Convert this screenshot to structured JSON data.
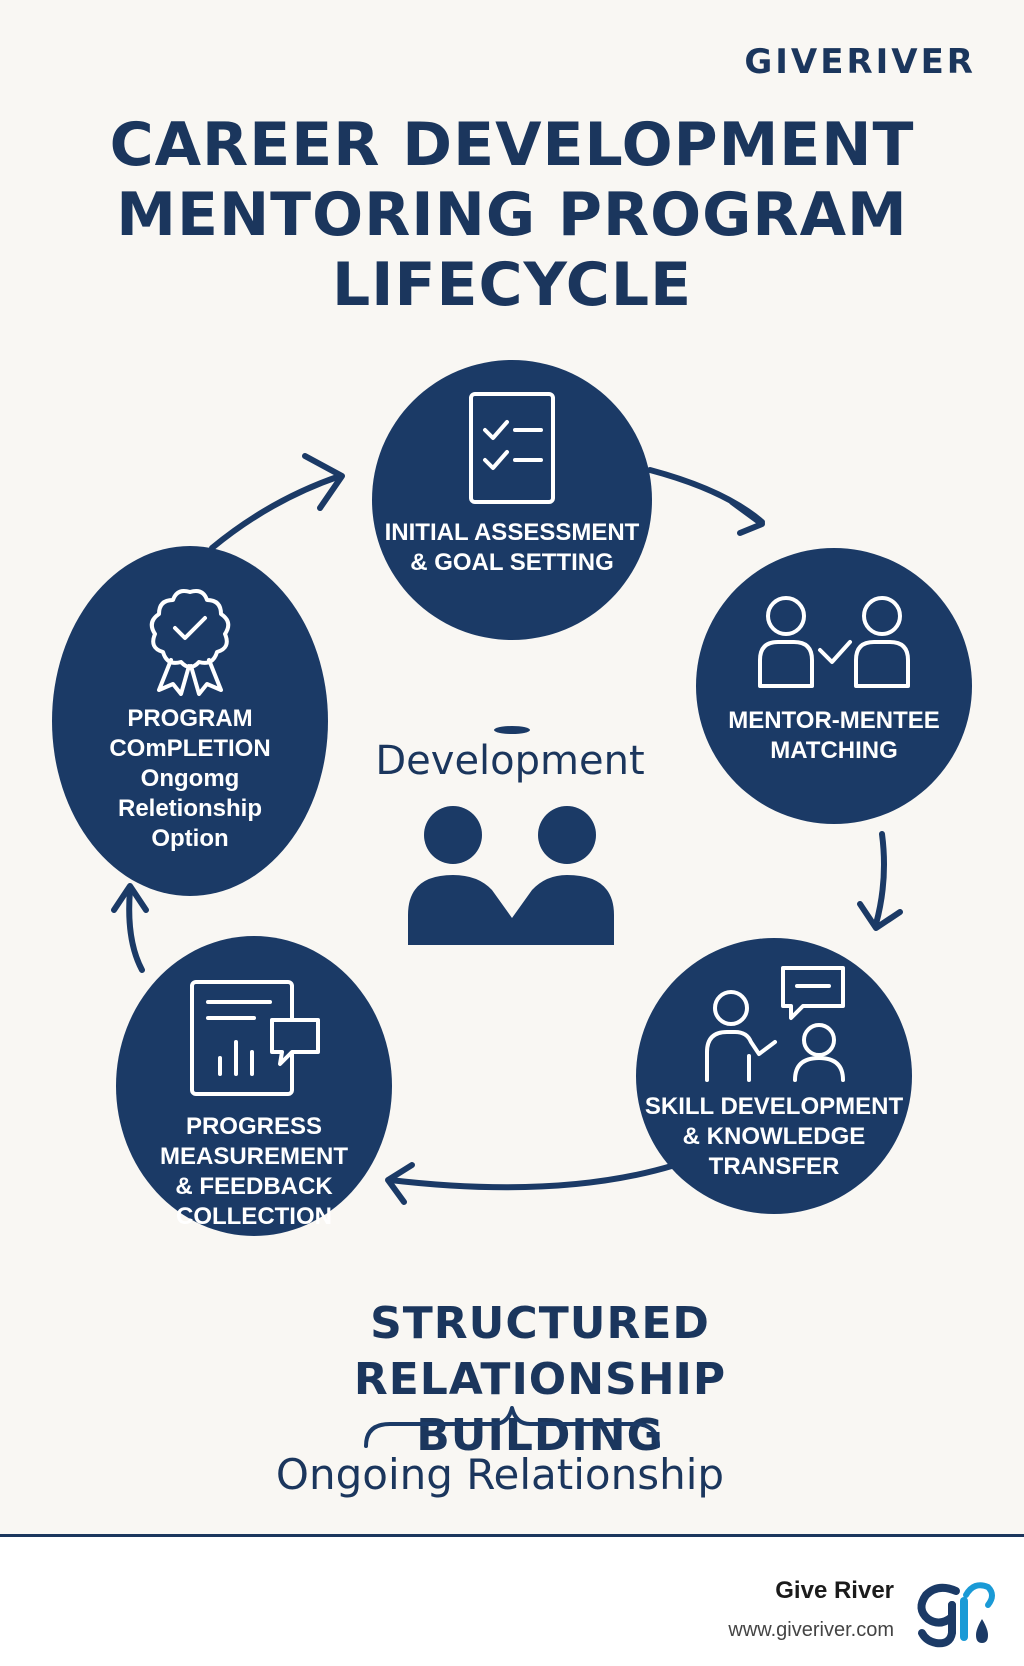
{
  "brand": "GIVERIVER",
  "title": {
    "line1": "CAREER DEVELOPMENT",
    "line2": "MENTORING PROGRAM",
    "line3": "LIFECYCLE"
  },
  "center": {
    "label": "Development"
  },
  "stages": {
    "assessment": {
      "line1": "INITIAL ASSESSMENT",
      "line2": "& GOAL SETTING",
      "icon": "checklist-icon"
    },
    "matching": {
      "line1": "MENTOR-MENTEE",
      "line2": "MATCHING",
      "icon": "mentor-match-icon"
    },
    "skill": {
      "line1": "SKILL DEVELOPMENT",
      "line2": "& KNOWLEDGE",
      "line3": "TRANSFER",
      "icon": "teaching-icon"
    },
    "progress": {
      "line1": "PROGRESS",
      "line2": "MEASUREMENT",
      "line3": "& FEEDBACK",
      "line4": "COLLECTION",
      "icon": "report-feedback-icon"
    },
    "completion": {
      "line1": "PROGRAM",
      "line2": "COmPLETION",
      "line3": "Ongomg",
      "line4": "Reletionship",
      "line5": "Option",
      "icon": "award-ribbon-icon"
    }
  },
  "bottom": {
    "line1": "STRUCTURED RELATIONSHIP",
    "line2": "BUILDING",
    "sub": "Ongoing Relationship"
  },
  "footer": {
    "name": "Give River",
    "url": "www.giveriver.com"
  },
  "colors": {
    "navy": "#1b3a66",
    "text": "#1b365d",
    "background": "#f9f7f3",
    "logo_accent": "#1a9ad6"
  }
}
